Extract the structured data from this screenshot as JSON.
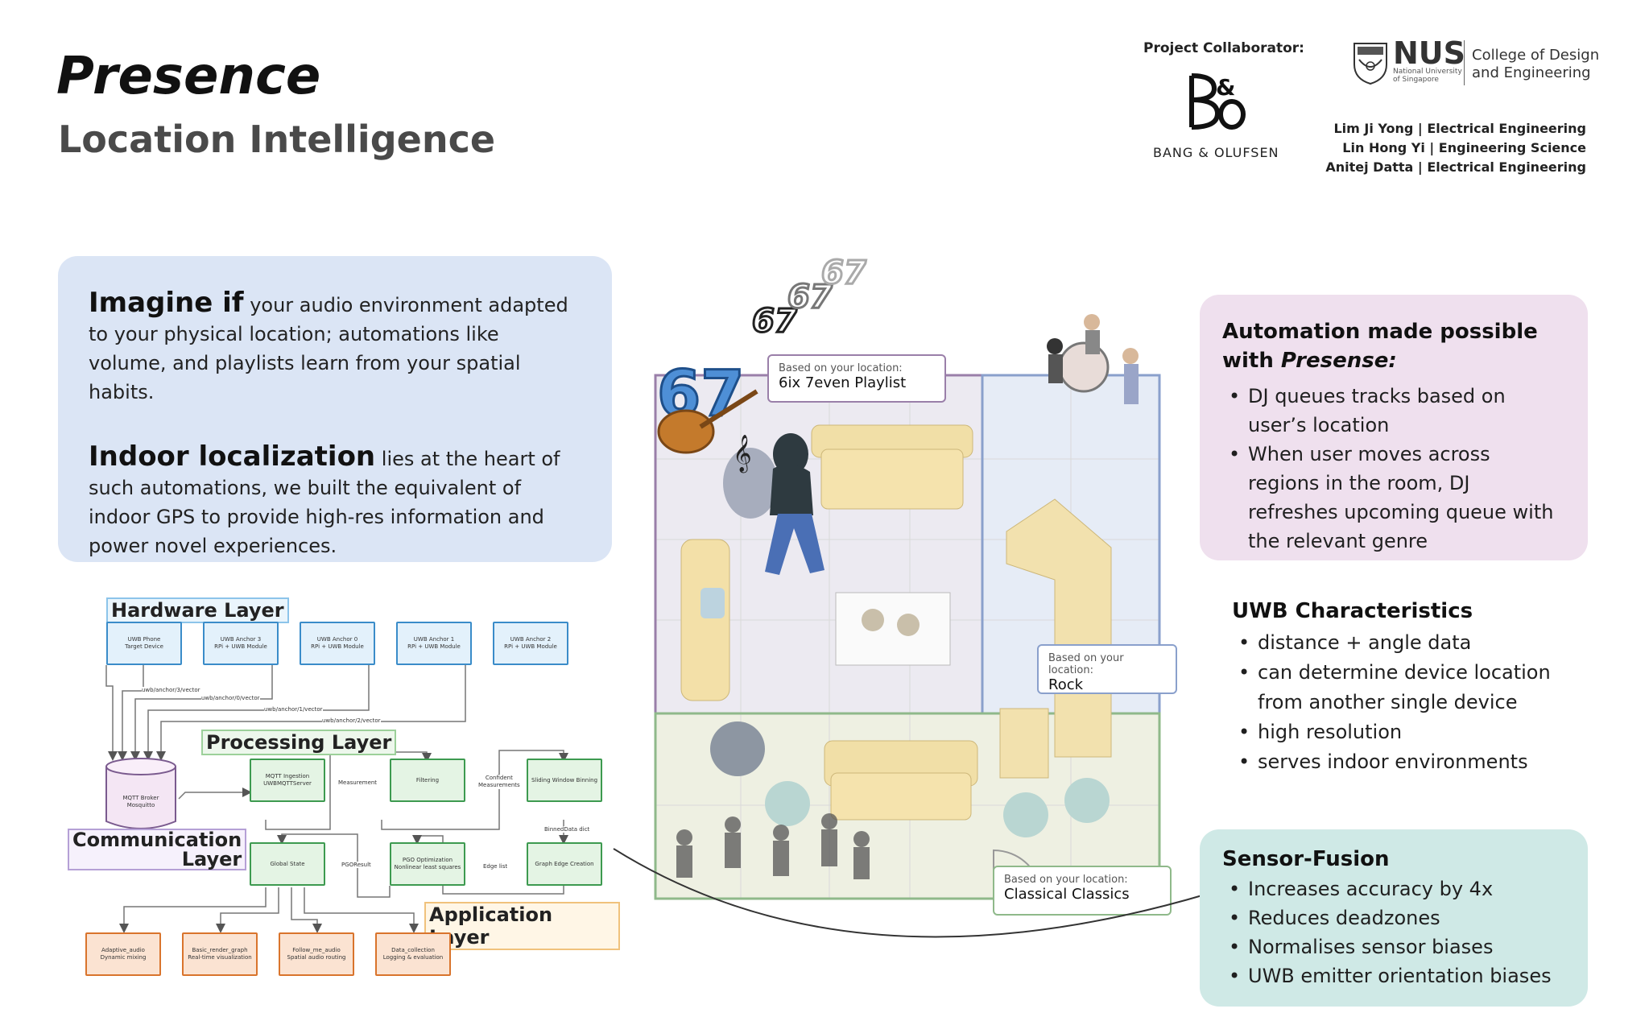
{
  "title": "Presence",
  "subtitle": "Location Intelligence",
  "header": {
    "collaborator_label": "Project Collaborator:",
    "bo_name": "BANG & OLUFSEN",
    "nus_word": "NUS",
    "nus_small_1": "National University",
    "nus_small_2": "of Singapore",
    "college_1": "College of Design",
    "college_2": "and Engineering",
    "team": [
      "Lim Ji Yong | Electrical Engineering",
      "Lin Hong Yi | Engineering Science",
      "Anitej Datta | Electrical Engineering"
    ]
  },
  "intro": {
    "p1_lead": "Imagine if",
    "p1_rest": " your audio environment adapted to your physical location; automations like volume, and playlists learn from your spatial habits.",
    "p2_lead": "Indoor localization",
    "p2_rest": " lies at the heart of such automations, we built the equivalent of indoor GPS to provide high-res information and power novel experiences."
  },
  "automation": {
    "title_1": "Automation made possible",
    "title_2": "with ",
    "title_em": "Presense:",
    "items": [
      "DJ queues tracks based on user’s location",
      "When user moves across regions in the room, DJ refreshes upcoming queue with the relevant genre"
    ]
  },
  "uwb": {
    "title": "UWB Characteristics",
    "items": [
      "distance + angle data",
      "can determine device location from another single device",
      "high resolution",
      "serves indoor environments"
    ]
  },
  "fusion": {
    "title": "Sensor-Fusion",
    "items": [
      "Increases accuracy by 4x",
      "Reduces deadzones",
      "Normalises sensor biases",
      "UWB emitter orientation biases"
    ]
  },
  "locations": {
    "label": "Based on your location:",
    "zone1": "6ix 7even Playlist",
    "zone2": "Rock",
    "zone3": "Classical Classics"
  },
  "illustration": {
    "mascot_text": "67",
    "note_text": "67"
  },
  "diagram": {
    "hardware_title": "Hardware Layer",
    "processing_title": "Processing Layer",
    "communication_title_1": "Communication",
    "communication_title_2": "Layer",
    "application_title": "Application Layer",
    "hw_nodes": [
      {
        "l1": "UWB Phone",
        "l2": "Target Device"
      },
      {
        "l1": "UWB Anchor 3",
        "l2": "RPi + UWB Module"
      },
      {
        "l1": "UWB Anchor 0",
        "l2": "RPi + UWB Module"
      },
      {
        "l1": "UWB Anchor 1",
        "l2": "RPi + UWB Module"
      },
      {
        "l1": "UWB Anchor 2",
        "l2": "RPi + UWB Module"
      }
    ],
    "topics": [
      "uwb/anchor/3/vector",
      "uwb/anchor/0/vector",
      "uwb/anchor/1/vector",
      "uwb/anchor/2/vector"
    ],
    "broker": {
      "l1": "MQTT Broker",
      "l2": "Mosquitto"
    },
    "proc_nodes": {
      "ingestion": {
        "l1": "MQTT Ingestion",
        "l2": "UWBMQTTServer"
      },
      "filtering": {
        "l1": "Filtering",
        "l2": ""
      },
      "binning": {
        "l1": "Sliding Window Binning",
        "l2": ""
      },
      "global_state": {
        "l1": "Global State",
        "l2": ""
      },
      "pgo": {
        "l1": "PGO Optimization",
        "l2": "Nonlinear least squares"
      },
      "graph_edge": {
        "l1": "Graph Edge Creation",
        "l2": ""
      }
    },
    "edge_labels": {
      "measurement": "Measurement",
      "confident_1": "Confident",
      "confident_2": "Measurements",
      "binned": "BinnedData dict",
      "pgoresult": "PGOResult",
      "edge_list": "Edge list"
    },
    "app_nodes": [
      {
        "l1": "Adaptive_audio",
        "l2": "Dynamic mixing"
      },
      {
        "l1": "Basic_render_graph",
        "l2": "Real-time visualization"
      },
      {
        "l1": "Follow_me_audio",
        "l2": "Spatial audio routing"
      },
      {
        "l1": "Data_collection",
        "l2": "Logging & evaluation"
      }
    ]
  },
  "colors": {
    "intro_bg": "#dbe5f5",
    "automation_bg": "#efe0ee",
    "fusion_bg": "#cfe9e6",
    "zone1": "#9a7fa9",
    "zone2": "#8aa0cc",
    "zone3": "#8fb98a"
  }
}
